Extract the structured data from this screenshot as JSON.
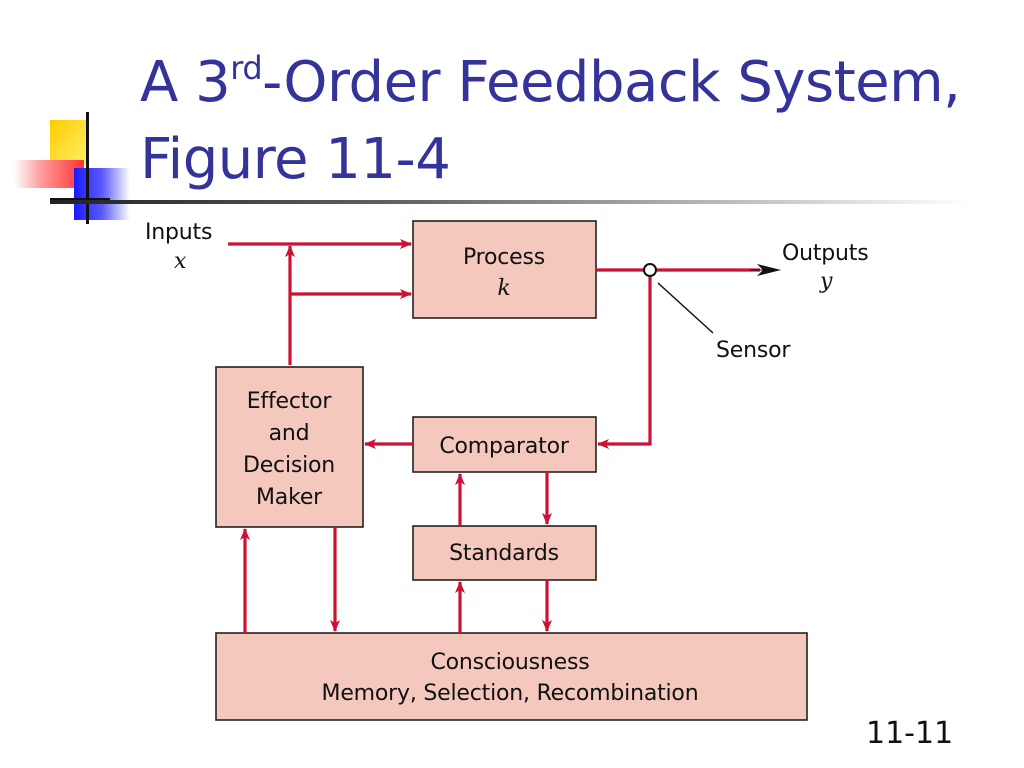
{
  "slide": {
    "title_prefix": "A 3",
    "title_superscript": "rd",
    "title_suffix": "-Order Feedback System,",
    "title_line2": "Figure 11-4",
    "page_number": "11-11"
  },
  "diagram": {
    "inputs_label": "Inputs",
    "inputs_var": "x",
    "outputs_label": "Outputs",
    "outputs_var": "y",
    "sensor_label": "Sensor",
    "process": {
      "label": "Process",
      "var": "k"
    },
    "effector": {
      "lines": [
        "Effector",
        "and",
        "Decision",
        "Maker"
      ]
    },
    "comparator": {
      "label": "Comparator"
    },
    "standards": {
      "label": "Standards"
    },
    "consciousness": {
      "line1": "Consciousness",
      "line2": "Memory, Selection, Recombination"
    }
  },
  "colors": {
    "title": "#333399",
    "box_fill": "#f5c8bd",
    "flow_line": "#cc1133",
    "deco_yellow": "#ffcc00",
    "deco_red": "#ff3333",
    "deco_blue": "#1a1aff"
  }
}
